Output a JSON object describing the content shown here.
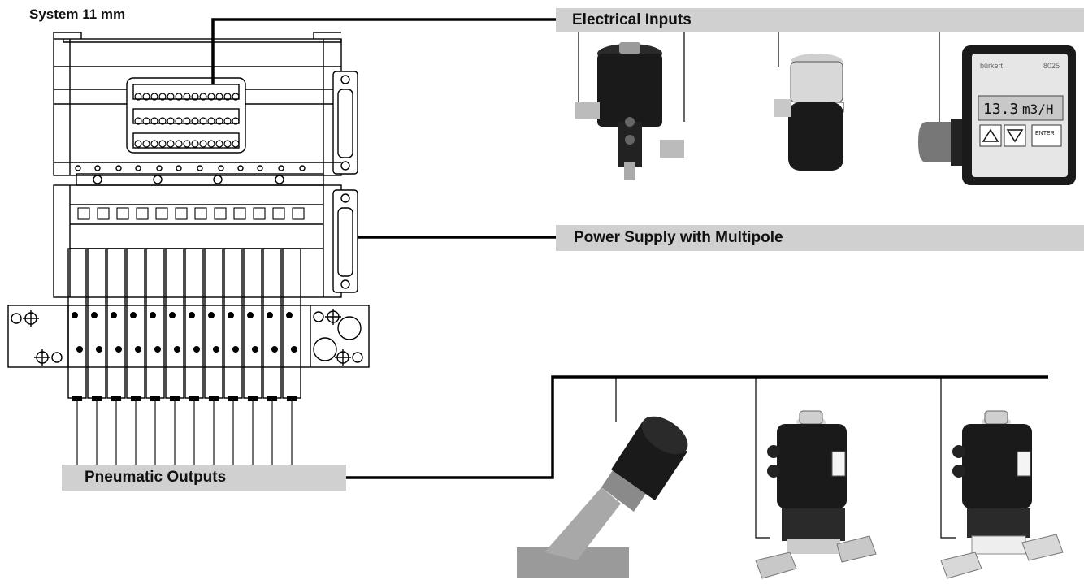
{
  "title": "System 11 mm",
  "labels": {
    "electrical_inputs": "Electrical Inputs",
    "power_supply": "Power Supply with Multipole",
    "pneumatic_outputs": "Pneumatic Outputs"
  },
  "device_texts": {
    "display_brand": "bürkert",
    "display_model": "8025",
    "display_reading": "13.3",
    "display_unit": "m3/H",
    "display_enter": "ENTER"
  },
  "icons": {
    "electrical_devices": [
      "position-sensor",
      "limit-switch-head",
      "flow-display-unit"
    ],
    "valve_devices": [
      "angle-seat-valve",
      "diaphragm-valve",
      "diaphragm-valve"
    ]
  },
  "colors": {
    "label_background": "#d0d0d0",
    "line": "#000000",
    "device_body": "#1a1a1a"
  }
}
